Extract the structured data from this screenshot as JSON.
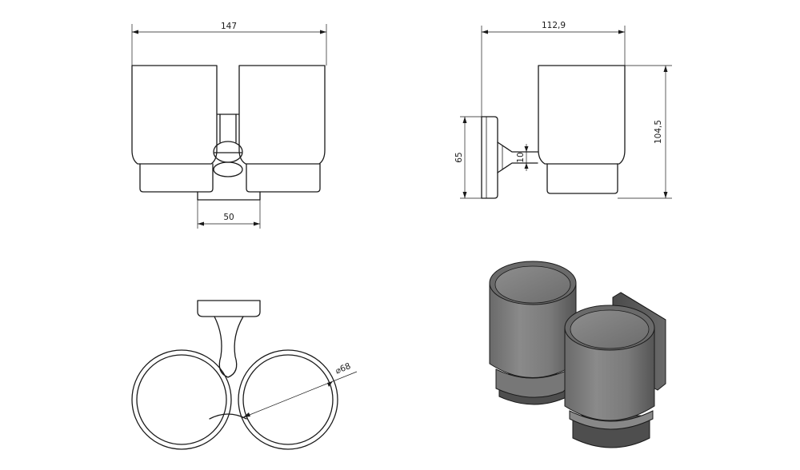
{
  "dimensions": {
    "front_width": "147",
    "front_bracket_width": "50",
    "side_depth": "112,9",
    "side_height": "104,5",
    "plate_height": "65",
    "arm_thickness": "10",
    "cup_diameter": "⌀68"
  },
  "colors": {
    "line": "#1a1a1a",
    "background": "#ffffff",
    "render_dark": "#5a5a5a",
    "render_mid": "#7a7a7a",
    "render_light": "#9a9a9a"
  }
}
